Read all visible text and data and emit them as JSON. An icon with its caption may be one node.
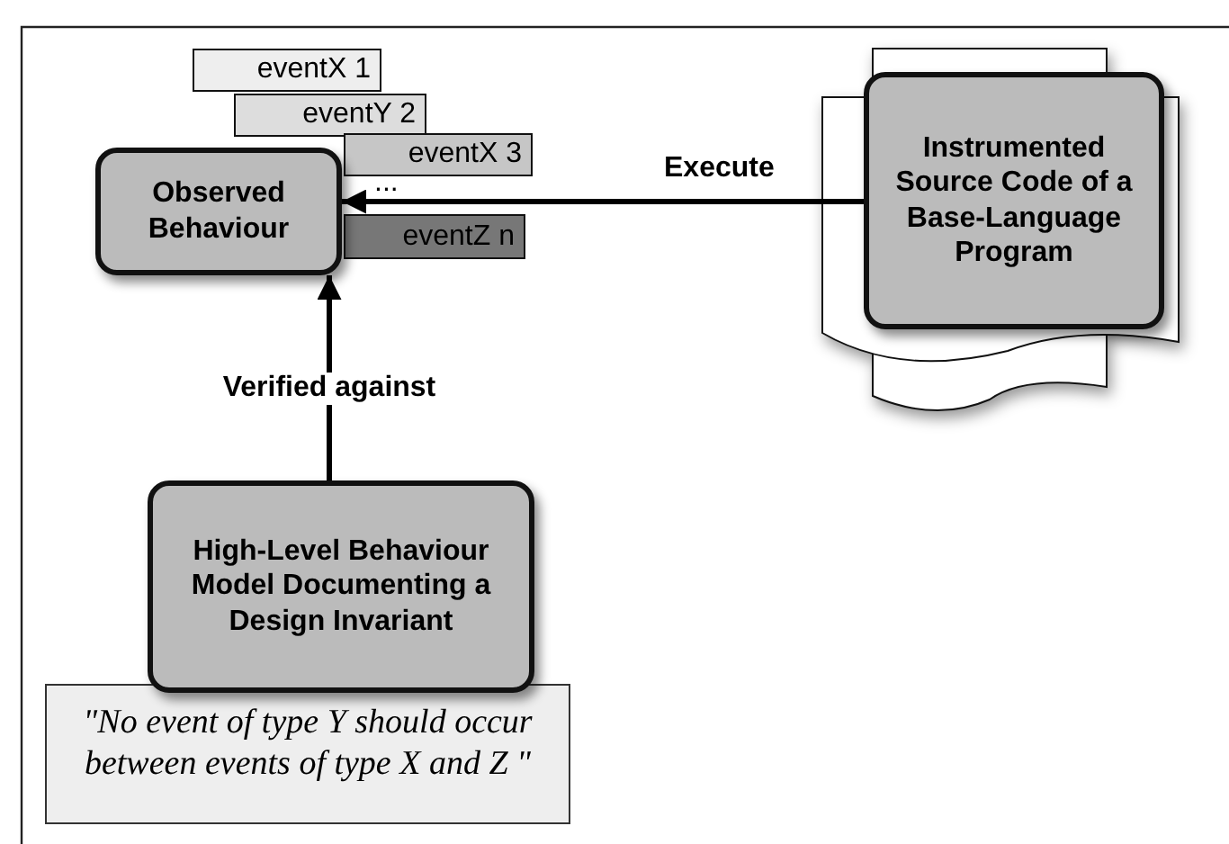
{
  "diagram": {
    "nodes": [
      {
        "text": [
          "Observed Behaviour"
        ]
      },
      {
        "text": [
          "eventX 1"
        ]
      },
      {
        "text": [
          "eventY 2"
        ]
      },
      {
        "text": [
          "eventX 3"
        ]
      },
      {
        "text": [
          "eventZ n"
        ]
      },
      {
        "text": [
          "Instrumented Source Code of a Base-Language Program"
        ]
      },
      {
        "text": [
          "High-Level Behaviour Model Documenting a Design Invariant"
        ]
      },
      {
        "text": [
          "\"No event of type Y should occur between events of type X and Z \""
        ]
      }
    ],
    "edges": [
      {
        "from": 5,
        "to": 0,
        "arrow": "to",
        "label": "Execute"
      },
      {
        "from": 6,
        "to": 0,
        "arrow": "to",
        "label": "Verified against"
      }
    ],
    "labels": [
      "..."
    ]
  }
}
